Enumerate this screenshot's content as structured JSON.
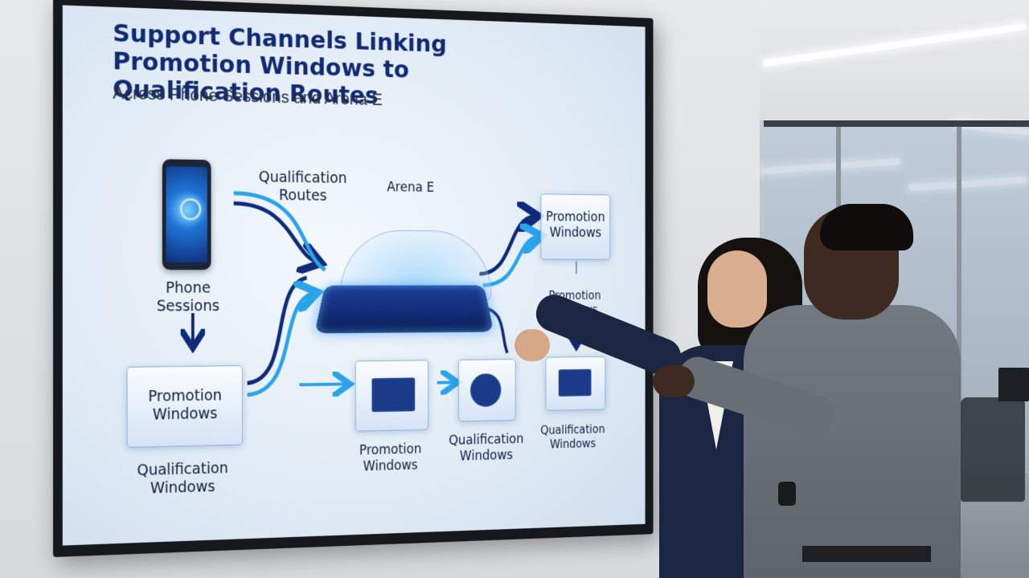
{
  "slide": {
    "title": "Support Channels Linking Promotion Windows to Qualification Routes",
    "subtitle": "Across Phone Sessions and Arena E"
  },
  "labels": {
    "phone_sessions": "Phone Sessions",
    "qualification_routes": "Qualification Routes",
    "arena": "Arena E",
    "promotion_windows_left": "Promotion Windows",
    "qualification_windows_left": "Qualification Windows",
    "promotion_windows_top_right": "Promotion Windows",
    "promotion_windows_right": "Promotion Windows",
    "promotion_windows_bottom": "Promotion Windows",
    "qualification_windows_bottom": "Qualification Windows",
    "qualification_windows_bottom_right": "Qualification Windows"
  },
  "colors": {
    "title": "#102a73",
    "arrow_dark": "#0e2a78",
    "arrow_light": "#2aa3ea",
    "screen_bg": "#e2ecf6"
  },
  "icons": [
    "phone-icon",
    "target-scan-icon",
    "dashboard-card-icon",
    "gauge-icon",
    "arena-platform-icon"
  ]
}
